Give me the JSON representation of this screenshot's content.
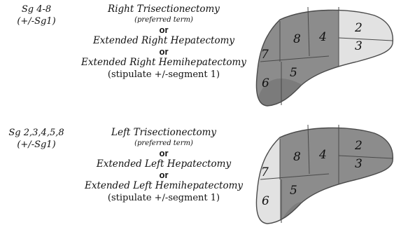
{
  "procedures": [
    {
      "segments": [
        "Sg 4-8",
        "(+/-Sg1)"
      ],
      "lines": [
        {
          "text": "Right Trisectionectomy",
          "style": "main"
        },
        {
          "text": "(preferred term)",
          "style": "small"
        },
        {
          "text": "or",
          "style": "or"
        },
        {
          "text": "Extended Right Hepatectomy",
          "style": "main"
        },
        {
          "text": "or",
          "style": "or"
        },
        {
          "text": "Extended Right Hemihepatectomy",
          "style": "main"
        },
        {
          "text": "(stipulate +/-segment 1)",
          "style": "stip"
        }
      ],
      "liver": {
        "labels": [
          "8",
          "4",
          "2",
          "7",
          "3",
          "5",
          "6"
        ],
        "resected_labels": [
          "8",
          "4",
          "7",
          "5",
          "6"
        ]
      }
    },
    {
      "segments": [
        "Sg 2,3,4,5,8",
        "(+/-Sg1)"
      ],
      "lines": [
        {
          "text": "Left Trisectionectomy",
          "style": "main"
        },
        {
          "text": "(preferred term)",
          "style": "small"
        },
        {
          "text": "or",
          "style": "or"
        },
        {
          "text": "Extended Left Hepatectomy",
          "style": "main"
        },
        {
          "text": "or",
          "style": "or"
        },
        {
          "text": "Extended Left Hemihepatectomy",
          "style": "main"
        },
        {
          "text": "(stipulate +/-segment 1)",
          "style": "stip"
        }
      ],
      "liver": {
        "labels": [
          "8",
          "4",
          "2",
          "7",
          "3",
          "5",
          "6"
        ],
        "resected_labels": [
          "8",
          "4",
          "2",
          "3",
          "5"
        ]
      }
    }
  ],
  "colors": {
    "resected": "#8c8c8c",
    "remnant": "#e2e2e2",
    "outline": "#4a4a4a",
    "text": "#111111"
  }
}
